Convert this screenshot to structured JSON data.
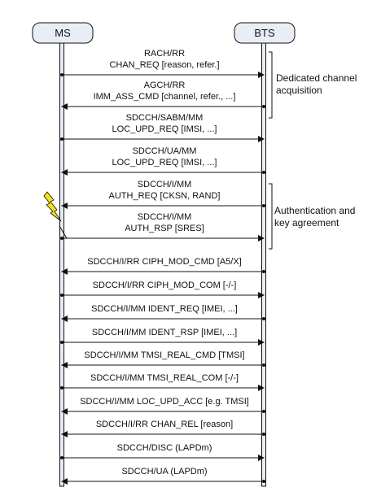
{
  "entities": {
    "left": "MS",
    "right": "BTS"
  },
  "messages": [
    {
      "line1": "RACH/RR",
      "line2": "CHAN_REQ [reason, refer.]",
      "dir": "right"
    },
    {
      "line1": "AGCH/RR",
      "line2": "IMM_ASS_CMD [channel, refer., ...]",
      "dir": "left"
    },
    {
      "line1": "SDCCH/SABM/MM",
      "line2": "LOC_UPD_REQ [IMSI, ...]",
      "dir": "right"
    },
    {
      "line1": "SDCCH/UA/MM",
      "line2": "LOC_UPD_REQ [IMSI, ...]",
      "dir": "left"
    },
    {
      "line1": "SDCCH/I/MM",
      "line2": "AUTH_REQ [CKSN, RAND]",
      "dir": "left"
    },
    {
      "line1": "SDCCH/I/MM",
      "line2": "AUTH_RSP [SRES]",
      "dir": "right"
    },
    {
      "line1": "SDCCH/I/RR CIPH_MOD_CMD [A5/X]",
      "dir": "left"
    },
    {
      "line1": "SDCCH/I/RR CIPH_MOD_COM [-/-]",
      "dir": "right"
    },
    {
      "line1": "SDCCH/I/MM IDENT_REQ [IMEI, ...]",
      "dir": "left"
    },
    {
      "line1": "SDCCH/I/MM IDENT_RSP [IMEI, ...]",
      "dir": "right"
    },
    {
      "line1": "SDCCH/I/MM TMSI_REAL_CMD [TMSI]",
      "dir": "left"
    },
    {
      "line1": "SDCCH/I/MM TMSI_REAL_COM [-/-]",
      "dir": "right"
    },
    {
      "line1": "SDCCH/I/MM LOC_UPD_ACC [e.g. TMSI]",
      "dir": "left"
    },
    {
      "line1": "SDCCH/I/RR CHAN_REL [reason]",
      "dir": "left"
    },
    {
      "line1": "SDCCH/DISC (LAPDm)",
      "dir": "right"
    },
    {
      "line1": "SDCCH/UA (LAPDm)",
      "dir": "left"
    }
  ],
  "groups": [
    {
      "line1": "Dedicated channel",
      "line2": "acquisition"
    },
    {
      "line1": "Authentication and",
      "line2": "key agreement"
    }
  ],
  "colors": {
    "entity_fill": "#e9eef6",
    "lifeline": "#e9eef6",
    "line": "#111111",
    "lightning_fill": "#f5e11b"
  },
  "icons": {
    "attack_marker": "lightning-bolt-icon"
  }
}
